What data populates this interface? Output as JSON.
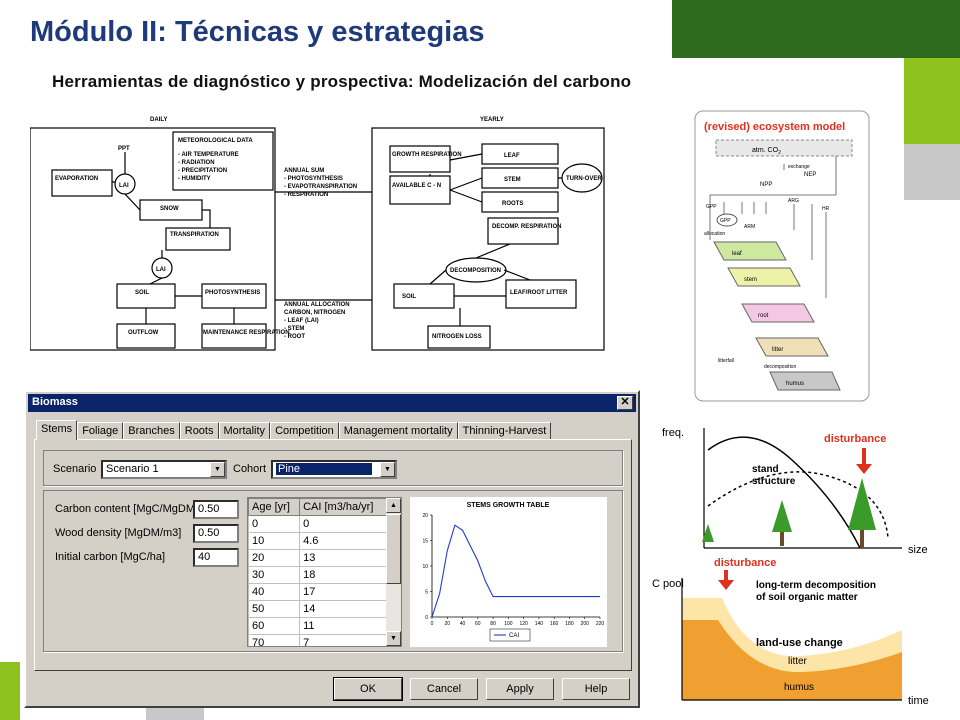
{
  "slide": {
    "title": "Módulo II: Técnicas y estrategias",
    "subtitle": "Herramientas de diagnóstico y prospectiva: Modelización del carbono",
    "colors": {
      "title": "#1f3a7a",
      "green_dark": "#2f6b1f",
      "green_light": "#8dc21f",
      "gray": "#c8c8c8"
    }
  },
  "flow_diagram": {
    "daily_header": "DAILY",
    "yearly_header": "YEARLY",
    "ppt": "PPT",
    "lai": "LAI",
    "met_box": [
      "METEOROLOGICAL DATA",
      "- AIR TEMPERATURE",
      "- RADIATION",
      "- PRECIPITATION",
      "- HUMIDITY"
    ],
    "annual_sum": [
      "ANNUAL SUM",
      "- PHOTOSYNTHESIS",
      "- EVAPOTRANSPIRATION",
      "- RESPIRATION"
    ],
    "annual_alloc": [
      "ANNUAL ALLOCATION",
      "CARBON, NITROGEN",
      "- LEAF (LAI)",
      "- STEM",
      "- ROOT"
    ],
    "boxes": {
      "evaporation": "EVAPORATION",
      "snow": "SNOW",
      "transpiration": "TRANSPIRATION",
      "soil_daily": "SOIL",
      "outflow": "OUTFLOW",
      "photosynthesis": "PHOTOSYNTHESIS",
      "maintenance": "MAINTENANCE RESPIRATION",
      "growth_resp": "GROWTH RESPIRATION",
      "available": "AVAILABLE C - N",
      "leaf": "LEAF",
      "stem": "STEM",
      "roots": "ROOTS",
      "turnover": "TURN-OVER",
      "decomp_resp": "DECOMP. RESPIRATION",
      "decomposition": "DECOMPOSITION",
      "soil_yearly": "SOIL",
      "leaf_root_litter": "LEAF/ROOT LITTER",
      "nitrogen_loss": "NITROGEN LOSS"
    }
  },
  "ecosystem_model": {
    "title": "(revised) ecosystem model",
    "atm": "atm. CO",
    "atm_sub": "2",
    "exchange": "exchange",
    "nep": "NEP",
    "npp": "NPP",
    "gpp_outer": "GPP",
    "gpp_inner": "GPP",
    "arg": "ARG",
    "hr": "HR",
    "arm": "ARM",
    "allocation": "allocation",
    "leaf": "leaf",
    "stem": "stem",
    "root": "root",
    "litter": "litter",
    "litterfall": "litterfall",
    "decomposition": "decomposition",
    "humus": "humus",
    "colors": {
      "leaf": "#cfe8a0",
      "stem": "#eef2a8",
      "root": "#f4c8e4",
      "litter": "#f0e0b8",
      "humus": "#c8c8c8",
      "title": "#e0301e"
    }
  },
  "dynamics": {
    "freq": "freq.",
    "size": "size",
    "disturbance_top": "disturbance",
    "stand_structure": "stand\nstructure",
    "cpool": "C pool",
    "disturbance_bottom": "disturbance",
    "long_term": "long-term decomposition\nof soil organic matter",
    "land_use": "land-use change",
    "litter": "litter",
    "humus": "humus",
    "time": "time",
    "colors": {
      "accent": "#e0301e",
      "litter": "#fde5a8",
      "humus": "#f0a030"
    }
  },
  "dialog": {
    "title": "Biomass",
    "close": "✕",
    "tabs": [
      "Stems",
      "Foliage",
      "Branches",
      "Roots",
      "Mortality",
      "Competition",
      "Management mortality",
      "Thinning-Harvest"
    ],
    "active_tab": "Stems",
    "scenario_label": "Scenario",
    "scenario_value": "Scenario 1",
    "cohort_label": "Cohort",
    "cohort_value": "Pine",
    "fields": [
      {
        "label": "Carbon content [MgC/MgDM]",
        "value": "0.50"
      },
      {
        "label": "Wood density [MgDM/m3]",
        "value": "0.50"
      },
      {
        "label": "Initial carbon [MgC/ha]",
        "value": "40"
      }
    ],
    "table": {
      "headers": [
        "Age [yr]",
        "CAI [m3/ha/yr]"
      ],
      "rows": [
        [
          "0",
          "0"
        ],
        [
          "10",
          "4.6"
        ],
        [
          "20",
          "13"
        ],
        [
          "30",
          "18"
        ],
        [
          "40",
          "17"
        ],
        [
          "50",
          "14"
        ],
        [
          "60",
          "11"
        ],
        [
          "70",
          "7"
        ]
      ]
    },
    "buttons": {
      "ok": "OK",
      "cancel": "Cancel",
      "apply": "Apply",
      "help": "Help"
    }
  },
  "chart_data": {
    "type": "line",
    "title": "STEMS GROWTH TABLE",
    "x": [
      0,
      10,
      20,
      30,
      40,
      50,
      60,
      70,
      80,
      90,
      100,
      110,
      120,
      130,
      140,
      150,
      160,
      170,
      180,
      190,
      200,
      210,
      220
    ],
    "series": [
      {
        "name": "CAI",
        "values": [
          0,
          4.6,
          13,
          18,
          17,
          14,
          11,
          7,
          4,
          4,
          4,
          4,
          4,
          4,
          4,
          4,
          4,
          4,
          4,
          4,
          4,
          4,
          4
        ]
      }
    ],
    "xticks": [
      0,
      20,
      40,
      60,
      80,
      100,
      120,
      140,
      160,
      180,
      200,
      220
    ],
    "yticks": [
      0,
      5,
      10,
      15,
      20
    ],
    "xlim": [
      0,
      220
    ],
    "ylim": [
      0,
      20
    ],
    "grid": false,
    "legend": "bottom",
    "color": "#1f3ad0"
  }
}
